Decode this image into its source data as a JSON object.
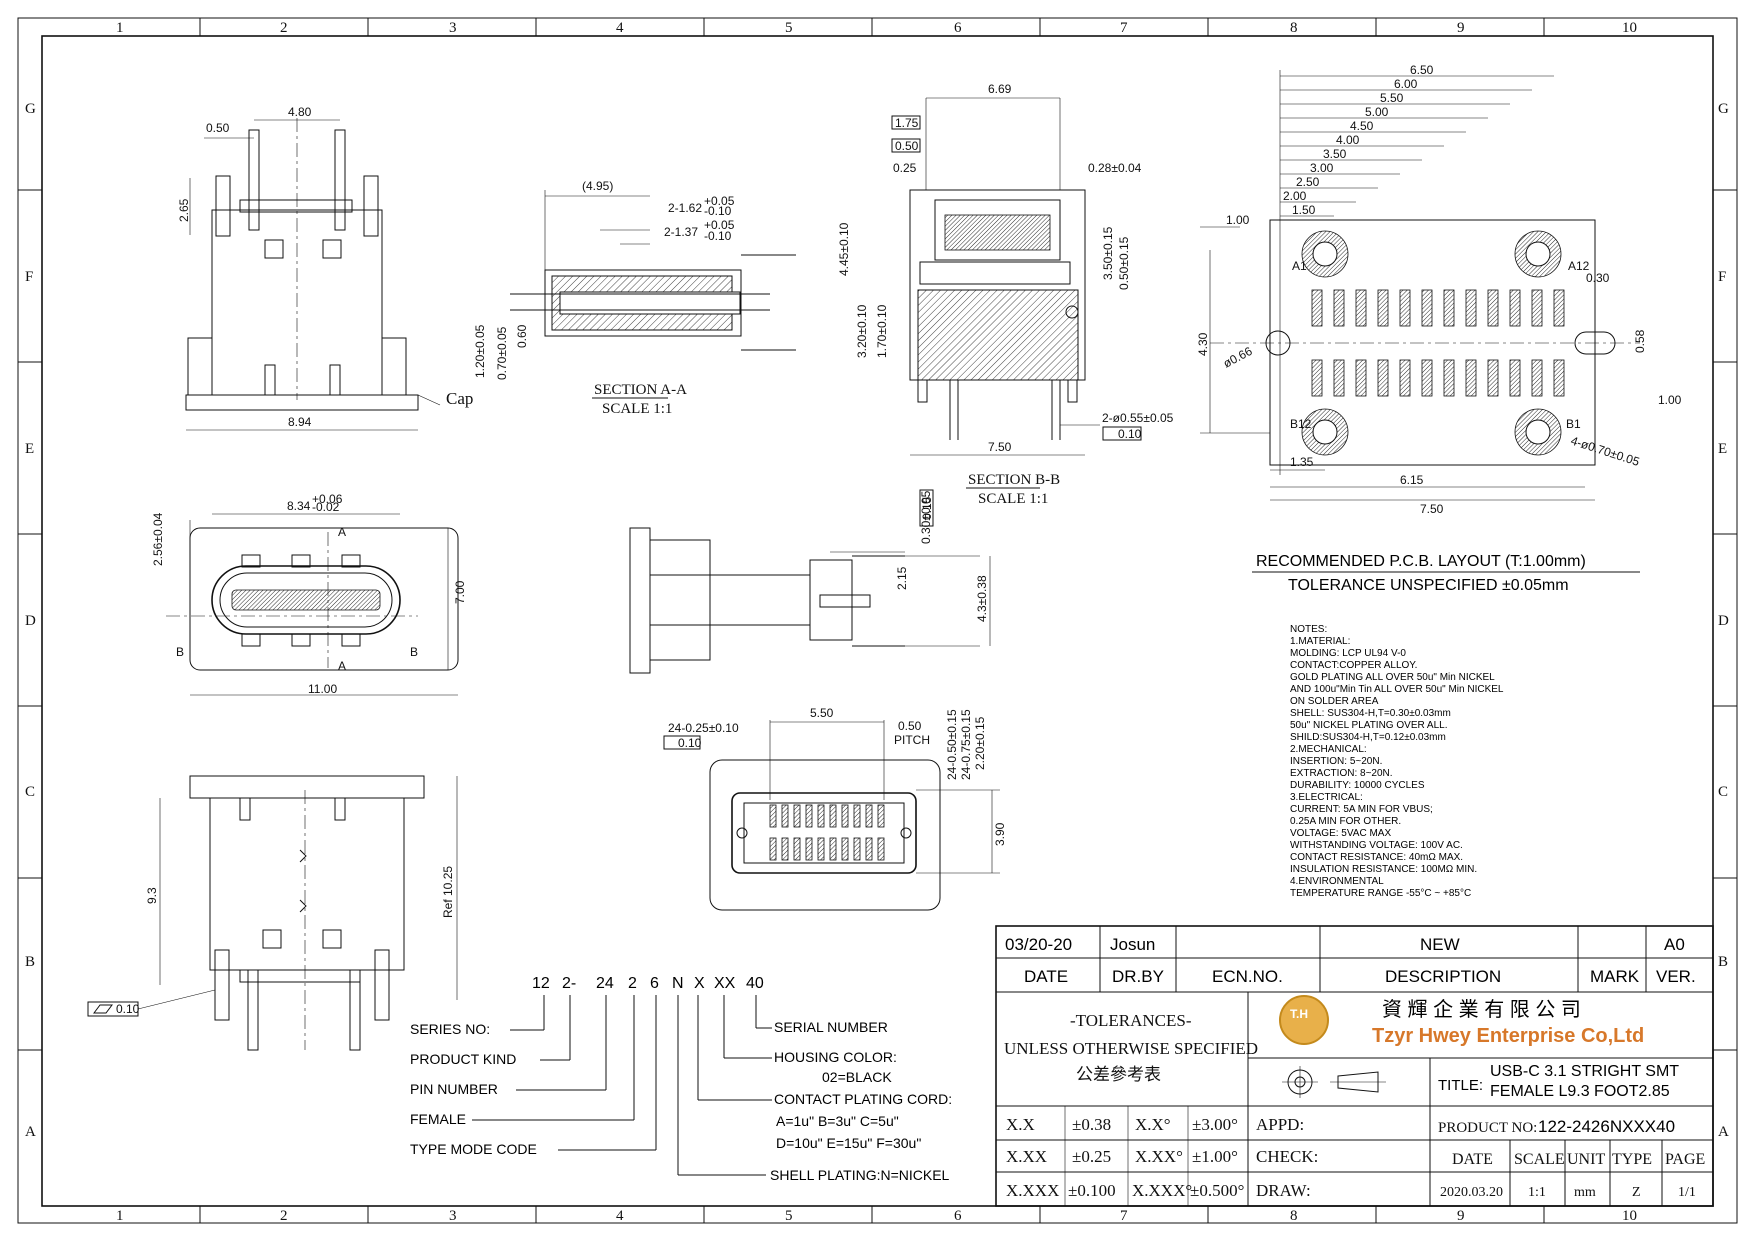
{
  "frame": {
    "col_numbers": [
      "1",
      "2",
      "3",
      "4",
      "5",
      "6",
      "7",
      "8",
      "9",
      "10"
    ],
    "row_letters": [
      "G",
      "F",
      "E",
      "D",
      "C",
      "B",
      "A"
    ]
  },
  "top_left_view": {
    "dims": [
      "4.80",
      "0.50",
      "2.65",
      "8.94"
    ],
    "cap_label": "Cap"
  },
  "section_aa": {
    "dims": [
      "(4.95)",
      "2-1.62",
      "+0.05",
      "-0.10",
      "2-1.37",
      "+0.05",
      "-0.10",
      "1.20±0.05",
      "0.70±0.05",
      "0.60"
    ],
    "title": "SECTION  A-A",
    "scale": "SCALE  1:1"
  },
  "section_bb": {
    "dims": [
      "6.69",
      "1.75",
      "0.50",
      "0.25",
      "0.28±0.04",
      "4.45±0.10",
      "3.50±0.15",
      "0.50±0.15",
      "3.20±0.10",
      "1.70±0.10",
      "2-ø0.55±0.05",
      "0.10",
      "7.50"
    ],
    "title": "SECTION  B-B",
    "scale": "SCALE  1:1"
  },
  "pcb_layout": {
    "dims": [
      "6.50",
      "6.00",
      "5.50",
      "5.00",
      "4.50",
      "4.00",
      "3.50",
      "3.00",
      "2.50",
      "2.00",
      "1.50",
      "1.00",
      "A1",
      "A12",
      "0.30",
      "4.30",
      "ø0.66",
      "0.58",
      "1.00",
      "B12",
      "B1",
      "4-ø0.70±0.05",
      "1.35",
      "6.15",
      "7.50"
    ],
    "title": "RECOMMENDED   P.C.B.  LAYOUT  (T:1.00mm)",
    "tolerance": "TOLERANCE  UNSPECIFIED  ±0.05mm"
  },
  "front_view": {
    "dims": [
      "8.34",
      "+0.06",
      "-0.02",
      "2.56±0.04",
      "7.00",
      "11.00",
      "A",
      "B"
    ]
  },
  "side_view": {
    "dims": [
      "0.30±0.05",
      "0.15",
      "2.15",
      "4.3±0.38"
    ]
  },
  "bottom_view": {
    "dims": [
      "5.50",
      "24-0.25±0.10",
      "0.10",
      "0.50",
      "PITCH",
      "24-0.50±0.15",
      "24-0.75±0.15",
      "2.20±0.15",
      "3.90"
    ]
  },
  "left_bottom_view": {
    "dims": [
      "9.3",
      "Ref 10.25",
      "0.10"
    ]
  },
  "notes": [
    "NOTES:",
    "1.MATERIAL:",
    "    MOLDING:  LCP  UL94  V-0",
    "    CONTACT:COPPER  ALLOY.",
    "          GOLD  PLATING  ALL  OVER  50u\"  Min  NICKEL",
    "          AND  100u\"Min  Tin  ALL  OVER  50u\"  Min  NICKEL",
    "          ON  SOLDER  AREA",
    "    SHELL:  SUS304-H,T=0.30±0.03mm",
    "          50u\"  NICKEL  PLATING  OVER  ALL.",
    "    SHILD:SUS304-H,T=0.12±0.03mm",
    "2.MECHANICAL:",
    "    INSERTION:  5~20N.",
    "    EXTRACTION:  8~20N.",
    "    DURABILITY:  10000  CYCLES",
    "3.ELECTRICAL:",
    "    CURRENT:  5A  MIN  FOR  VBUS;",
    "                  0.25A  MIN  FOR  OTHER.",
    "    VOLTAGE:  5VAC  MAX",
    "    WITHSTANDING  VOLTAGE:  100V  AC.",
    "    CONTACT  RESISTANCE:  40mΩ  MAX.",
    "    INSULATION  RESISTANCE:  100MΩ  MIN.",
    "4.ENVIRONMENTAL",
    "    TEMPERATURE  RANGE  -55°C  ~  +85°C"
  ],
  "part_code": {
    "segments": [
      "12",
      "2-",
      "24",
      "2",
      "6",
      "N",
      "X",
      "XX",
      "40"
    ],
    "labels": {
      "series": "SERIES  NO:",
      "product_kind": "PRODUCT  KIND",
      "pin_number": "PIN  NUMBER",
      "female": "FEMALE",
      "type_mode": "TYPE  MODE  CODE",
      "serial": "SERIAL  NUMBER",
      "housing": "HOUSING  COLOR:",
      "housing_val": "02=BLACK",
      "contact": "CONTACT  PLATING  CORD:",
      "contact_v1": "A=1u\"   B=3u\"   C=5u\"",
      "contact_v2": "D=10u\"  E=15u\"  F=30u\"",
      "shell": "SHELL  PLATING:N=NICKEL"
    }
  },
  "title_block": {
    "rev_date": "03/20-20",
    "rev_by": "Josun",
    "rev_desc": "NEW",
    "rev_ver": "A0",
    "h_date": "DATE",
    "h_drby": "DR.BY",
    "h_ecn": "ECN.NO.",
    "h_desc": "DESCRIPTION",
    "h_mark": "MARK",
    "h_ver": "VER.",
    "tol_title": "-TOLERANCES-",
    "tol_line": "UNLESS OTHERWISE SPECIFIED",
    "tol_cn": "公差參考表",
    "company_cn": "資 輝 企 業 有 限 公 司",
    "company_en": "Tzyr Hwey Enterprise Co,Ltd",
    "logo": "T.H",
    "title_label": "TITLE:",
    "title_l1": "USB-C 3.1 STRIGHT SMT",
    "title_l2": "FEMALE L9.3 FOOT2.85",
    "tol_rows": [
      [
        "X.X",
        "±0.38",
        "X.X°",
        "±3.00°"
      ],
      [
        "X.XX",
        "±0.25",
        "X.XX°",
        "±1.00°"
      ],
      [
        "X.XXX",
        "±0.100",
        "X.XXX°",
        "±0.500°"
      ]
    ],
    "appd": "APPD:",
    "check": "CHECK:",
    "draw": "DRAW:",
    "prod_no_label": "PRODUCT NO:",
    "prod_no": "122-2426NXXX40",
    "h2_date": "DATE",
    "h2_scale": "SCALE",
    "h2_unit": "UNIT",
    "h2_type": "TYPE",
    "h2_page": "PAGE",
    "v_date": "2020.03.20",
    "v_scale": "1:1",
    "v_unit": "mm",
    "v_type": "Z",
    "v_page": "1/1"
  }
}
